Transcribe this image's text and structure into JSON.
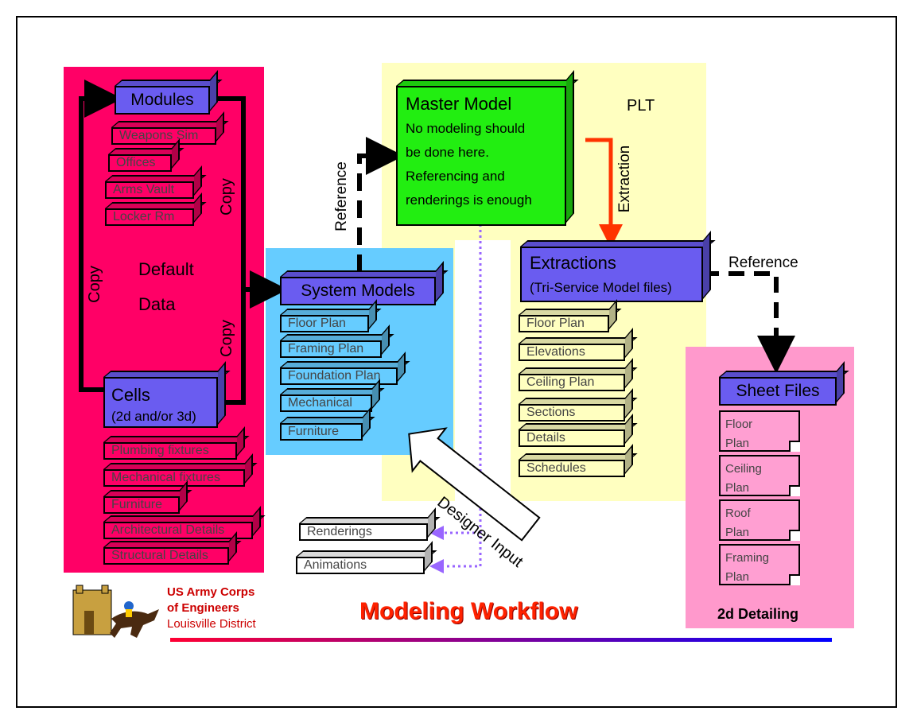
{
  "modules_header": "Modules",
  "module_items": [
    "Weapons Sim",
    "Offices",
    "Arms Vault",
    "Locker Rm"
  ],
  "default_data": [
    "Default",
    "Data"
  ],
  "copy_label": "Copy",
  "cells_header": [
    "Cells",
    "(2d and/or 3d)"
  ],
  "cell_items": [
    "Plumbing fixtures",
    "Mechanical fixtures",
    "Furniture",
    "Architectural Details",
    "Structural Details"
  ],
  "system_models_header": "System Models",
  "system_items": [
    "Floor Plan",
    "Framing Plan",
    "Foundation Plan",
    "Mechanical",
    "Furniture"
  ],
  "master_model": [
    "Master Model",
    "No modeling should",
    "be done here.",
    "Referencing and",
    "renderings is enough"
  ],
  "plt_label": "PLT",
  "reference_label": "Reference",
  "extraction_label": "Extraction",
  "extractions_header": [
    "Extractions",
    "(Tri-Service Model files)"
  ],
  "extraction_items": [
    "Floor Plan",
    "Elevations",
    "Ceiling Plan",
    "Sections",
    "Details",
    "Schedules"
  ],
  "sheet_files_header": "Sheet Files",
  "sheet_items": [
    "Floor Plan",
    "Ceiling Plan",
    "Roof Plan",
    "Framing Plan"
  ],
  "detailing_label": "2d Detailing",
  "output_items": [
    "Renderings",
    "Animations"
  ],
  "designer_input": "Designer Input",
  "org": [
    "US Army Corps",
    "of Engineers",
    "Louisville District"
  ],
  "title": "Modeling Workflow",
  "colors": {
    "red_region": "#ff0066",
    "blue_region": "#66ccff",
    "yellow_region": "#ffffc0",
    "pink_region": "#ff99cc",
    "header_box": "#6a5cf0",
    "master_green": "#22ee11",
    "extraction_arrow": "#ff3300",
    "dotted": "#9966ff"
  }
}
